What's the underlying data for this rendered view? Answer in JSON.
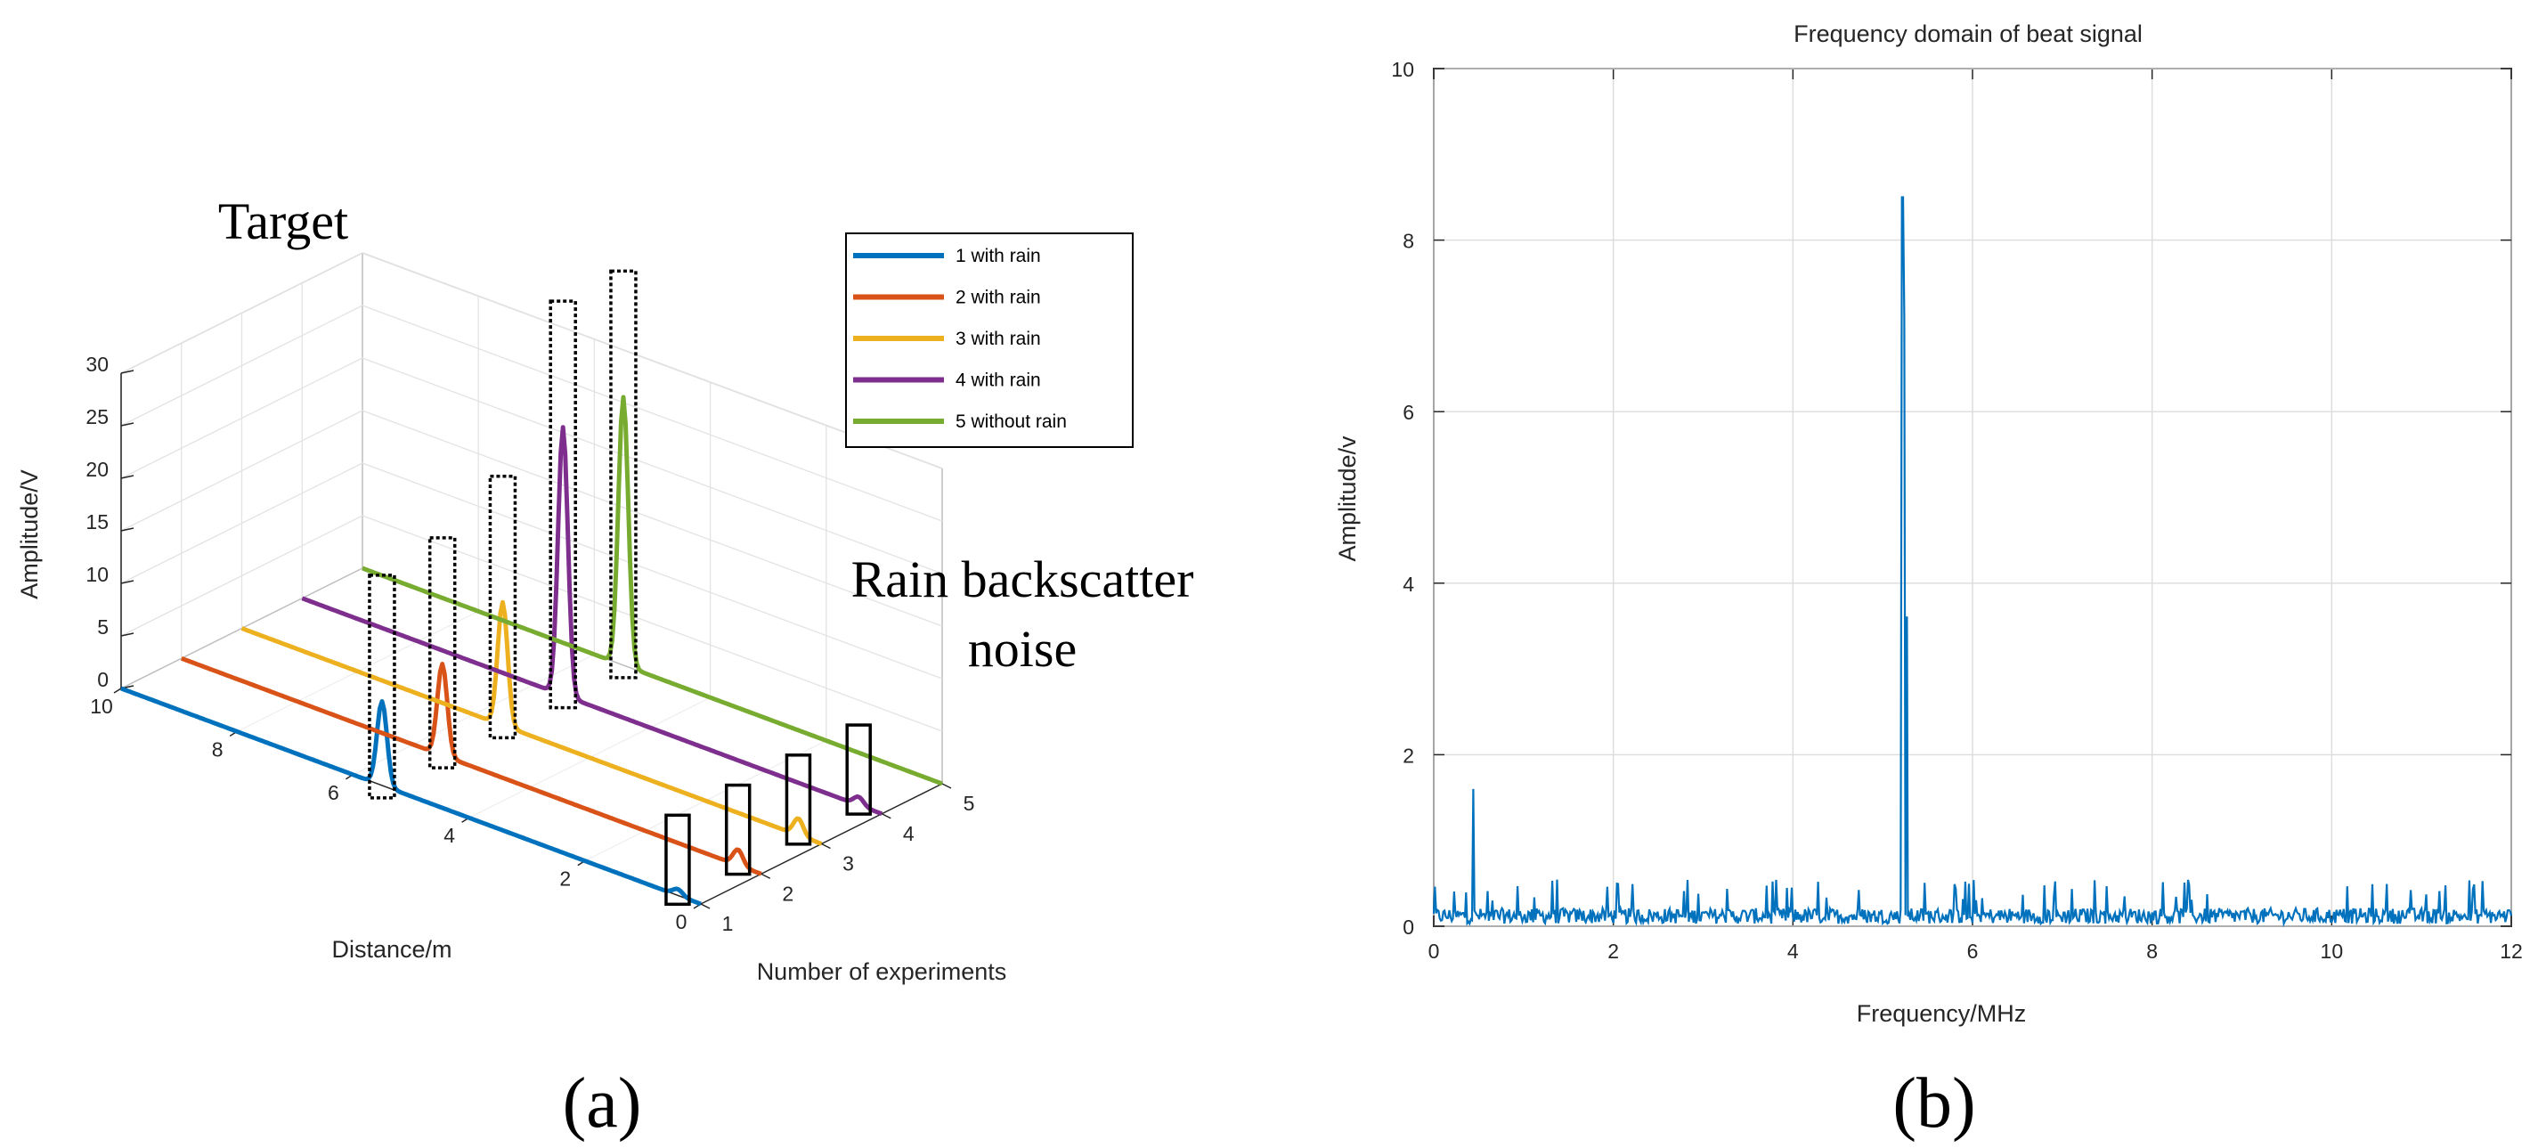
{
  "chart_data": [
    {
      "panel": "(a)",
      "type": "line",
      "view": "3d",
      "zlabel": "Amplitude/V",
      "xlabel": "Distance/m",
      "ylabel": "Number of experiments",
      "z_ticks": [
        "0",
        "5",
        "10",
        "15",
        "20",
        "25",
        "30"
      ],
      "x_ticks": [
        "10",
        "8",
        "6",
        "4",
        "2",
        "0"
      ],
      "y_ticks": [
        "1",
        "2",
        "3",
        "4",
        "5"
      ],
      "zlim": [
        0,
        30
      ],
      "xlim": [
        10,
        0
      ],
      "ylim": [
        1,
        5
      ],
      "grid": true,
      "legend_position": "top-right",
      "series": [
        {
          "name": "1 with rain",
          "color": "#0072BD",
          "experiment": 1,
          "target_distance": 5.5,
          "target_amplitude": 8,
          "noise_distance": 0.4,
          "noise_amplitude": 0.6
        },
        {
          "name": "2 with rain",
          "color": "#D95319",
          "experiment": 2,
          "target_distance": 5.5,
          "target_amplitude": 8.7,
          "noise_distance": 0.4,
          "noise_amplitude": 1.5
        },
        {
          "name": "3 with rain",
          "color": "#EDB120",
          "experiment": 3,
          "target_distance": 5.5,
          "target_amplitude": 11.7,
          "noise_distance": 0.4,
          "noise_amplitude": 1.6
        },
        {
          "name": "4 with rain",
          "color": "#7E2F8E",
          "experiment": 4,
          "target_distance": 5.5,
          "target_amplitude": 25.5,
          "noise_distance": 0.4,
          "noise_amplitude": 0.8
        },
        {
          "name": "5 without rain",
          "color": "#77AC30",
          "experiment": 5,
          "target_distance": 5.5,
          "target_amplitude": 25.5,
          "noise_distance": null,
          "noise_amplitude": 0
        }
      ],
      "annotations": {
        "target": "Target",
        "noise_line1": "Rain backscatter",
        "noise_line2": "noise"
      },
      "panel_label": "(a)"
    },
    {
      "panel": "(b)",
      "type": "line",
      "title": "Frequency domain of beat signal",
      "xlabel": "Frequency/MHz",
      "ylabel": "Amplitude/v",
      "xlim": [
        0,
        12
      ],
      "ylim": [
        0,
        10
      ],
      "x_ticks": [
        "0",
        "2",
        "4",
        "6",
        "8",
        "10",
        "12"
      ],
      "y_ticks": [
        "0",
        "2",
        "4",
        "6",
        "8",
        "10"
      ],
      "grid": true,
      "color": "#0072BD",
      "peaks": [
        {
          "x": 0.44,
          "y": 1.6
        },
        {
          "x": 5.22,
          "y": 8.5
        },
        {
          "x": 5.24,
          "y": 7.1
        },
        {
          "x": 5.27,
          "y": 3.6
        }
      ],
      "noise_floor": 0.15,
      "noise_max": 0.55,
      "panel_label": "(b)"
    }
  ]
}
